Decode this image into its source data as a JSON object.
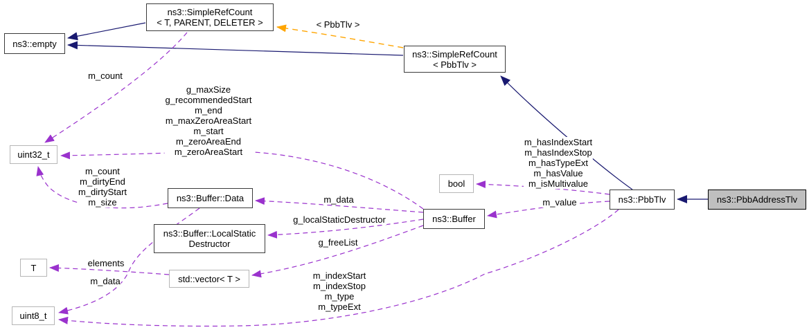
{
  "diagram_type": "collaboration-graph",
  "colors": {
    "inheritance_line": "#191970",
    "usage_line": "#9a32cd",
    "template_relation_line": "#ffa500",
    "current_node_fill": "#bfbfbf",
    "node_border": "#3a3a3a",
    "external_node_border": "#b6b6b6",
    "background": "#ffffff"
  },
  "nodes": {
    "simplerefcount_template": {
      "label": "ns3::SimpleRefCount\n< T, PARENT, DELETER >"
    },
    "empty": {
      "label": "ns3::empty"
    },
    "simplerefcount_pbbtlv": {
      "label": "ns3::SimpleRefCount\n< PbbTlv >"
    },
    "uint32_t": {
      "label": "uint32_t"
    },
    "buffer_data": {
      "label": "ns3::Buffer::Data"
    },
    "buffer_localstaticdestructor": {
      "label": "ns3::Buffer::LocalStatic\nDestructor"
    },
    "bool": {
      "label": "bool"
    },
    "buffer": {
      "label": "ns3::Buffer"
    },
    "pbbtlv": {
      "label": "ns3::PbbTlv"
    },
    "pbbaddresstlv": {
      "label": "ns3::PbbAddressTlv"
    },
    "t": {
      "label": "T"
    },
    "std_vector": {
      "label": "std::vector< T >"
    },
    "uint8_t": {
      "label": "uint8_t"
    }
  },
  "edge_labels": {
    "template_arg": "< PbbTlv >",
    "m_count_top": "m_count",
    "buffer_to_uint32": "g_maxSize\ng_recommendedStart\nm_end\nm_maxZeroAreaStart\nm_start\nm_zeroAreaEnd\nm_zeroAreaStart",
    "bufferdata_to_uint32": "m_count\nm_dirtyEnd\nm_dirtyStart\nm_size",
    "m_data_mid": "m_data",
    "g_localstaticdestructor": "g_localStaticDestructor",
    "g_freelist": "g_freeList",
    "elements": "elements",
    "m_data_bottom": "m_data",
    "pbbtlv_to_uint8": "m_indexStart\nm_indexStop\nm_type\nm_typeExt",
    "pbbtlv_to_bool": "m_hasIndexStart\nm_hasIndexStop\nm_hasTypeExt\nm_hasValue\nm_isMultivalue",
    "m_value": "m_value"
  }
}
